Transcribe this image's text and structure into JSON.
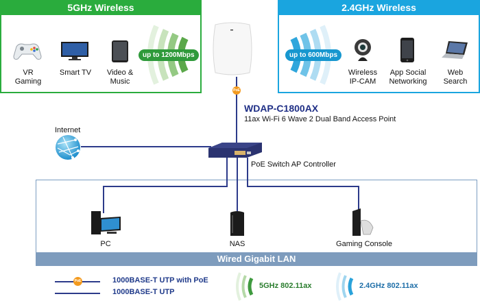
{
  "panels": {
    "five_ghz": {
      "title": "5GHz Wireless",
      "speed": "up to 1200Mbps",
      "devices": [
        {
          "icon": "gamepad-icon",
          "label": "VR\nGaming"
        },
        {
          "icon": "tv-icon",
          "label": "Smart TV"
        },
        {
          "icon": "tablet-icon",
          "label": "Video &\nMusic"
        }
      ]
    },
    "two_four_ghz": {
      "title": "2.4GHz Wireless",
      "speed": "up to 600Mbps",
      "devices": [
        {
          "icon": "webcam-icon",
          "label": "Wireless\nIP-CAM"
        },
        {
          "icon": "smartphone-icon",
          "label": "App Social\nNetworking"
        },
        {
          "icon": "laptop-icon",
          "label": "Web\nSearch"
        }
      ]
    }
  },
  "access_point": {
    "model": "WDAP-C1800AX",
    "description": "11ax Wi-Fi 6 Wave 2 Dual Band Access Point",
    "poe_badge": "PoE"
  },
  "network": {
    "internet_label": "Internet",
    "switch_label": "PoE Switch AP Controller"
  },
  "lan": {
    "title": "Wired Gigabit LAN",
    "devices": [
      {
        "icon": "pc-icon",
        "label": "PC"
      },
      {
        "icon": "nas-icon",
        "label": "NAS"
      },
      {
        "icon": "game-console-icon",
        "label": "Gaming Console"
      }
    ]
  },
  "legend": {
    "poe_line": "1000BASE-T UTP with PoE",
    "utp_line": "1000BASE-T UTP",
    "wifi_5g": "5GHz 802.11ax",
    "wifi_24g": "2.4GHz 802.11ax",
    "poe_badge": "PoE"
  },
  "colors": {
    "green": "#2aac3d",
    "blue": "#1aa5df",
    "cable": "#2c3a8a",
    "poe": "#f39a1e",
    "lan_bar": "#7e9cbd"
  }
}
